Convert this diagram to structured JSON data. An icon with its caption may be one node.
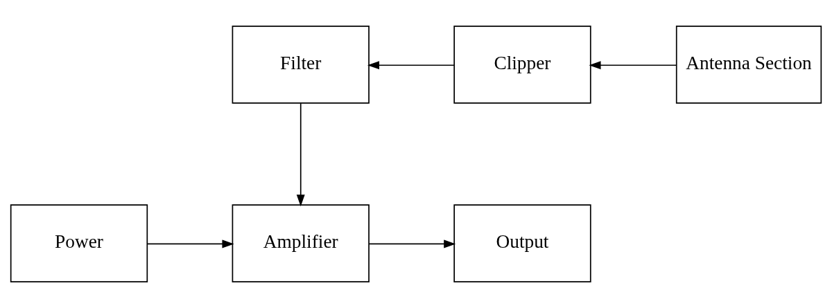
{
  "diagram": {
    "nodes": [
      {
        "text": [
          "Filter"
        ]
      },
      {
        "text": [
          "Clipper"
        ]
      },
      {
        "text": [
          "Antenna Section"
        ]
      },
      {
        "text": [
          "Power"
        ]
      },
      {
        "text": [
          "Amplifier"
        ]
      },
      {
        "text": [
          "Output"
        ]
      }
    ],
    "edges": [
      {
        "from": 2,
        "to": 1,
        "arrow": "to"
      },
      {
        "from": 1,
        "to": 0,
        "arrow": "to"
      },
      {
        "from": 0,
        "to": 4,
        "arrow": "to"
      },
      {
        "from": 3,
        "to": 4,
        "arrow": "to"
      },
      {
        "from": 4,
        "to": 5,
        "arrow": "to"
      }
    ]
  }
}
